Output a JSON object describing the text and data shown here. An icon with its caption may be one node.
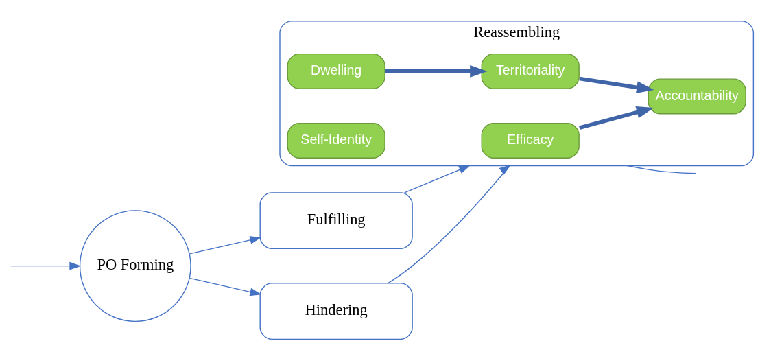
{
  "diagram": {
    "nodes": [
      {
        "text": [
          "PO Forming"
        ]
      },
      {
        "text": [
          "Fulfilling"
        ]
      },
      {
        "text": [
          "Hindering"
        ]
      },
      {
        "text": [
          "Reassembling"
        ]
      },
      {
        "text": [
          "Efficacy"
        ],
        "in": 3
      },
      {
        "text": [
          "Dwelling"
        ],
        "in": 3
      },
      {
        "text": [
          "Territoriality"
        ],
        "in": 3
      },
      {
        "text": [
          "Accountability"
        ],
        "in": 3
      },
      {
        "text": [
          "Self-Identity"
        ],
        "in": 3
      }
    ],
    "edges": [
      {
        "from": null,
        "to": 0,
        "arrow": "to"
      },
      {
        "from": 0,
        "to": 1,
        "arrow": "to"
      },
      {
        "from": 0,
        "to": 2,
        "arrow": "to"
      },
      {
        "from": 1,
        "to": 3,
        "arrow": "to"
      },
      {
        "from": 2,
        "to": 3,
        "arrow": "to"
      },
      {
        "from": 3,
        "to": null,
        "arrow": "none"
      },
      {
        "from": 5,
        "to": 6,
        "arrow": "to",
        "style": "thick",
        "color": "#3f64a8"
      },
      {
        "from": 4,
        "to": 7,
        "arrow": "to",
        "style": "thick",
        "color": "#3f64a8"
      },
      {
        "from": 6,
        "to": 7,
        "arrow": "to",
        "style": "thick",
        "color": "#3f64a8"
      }
    ]
  }
}
